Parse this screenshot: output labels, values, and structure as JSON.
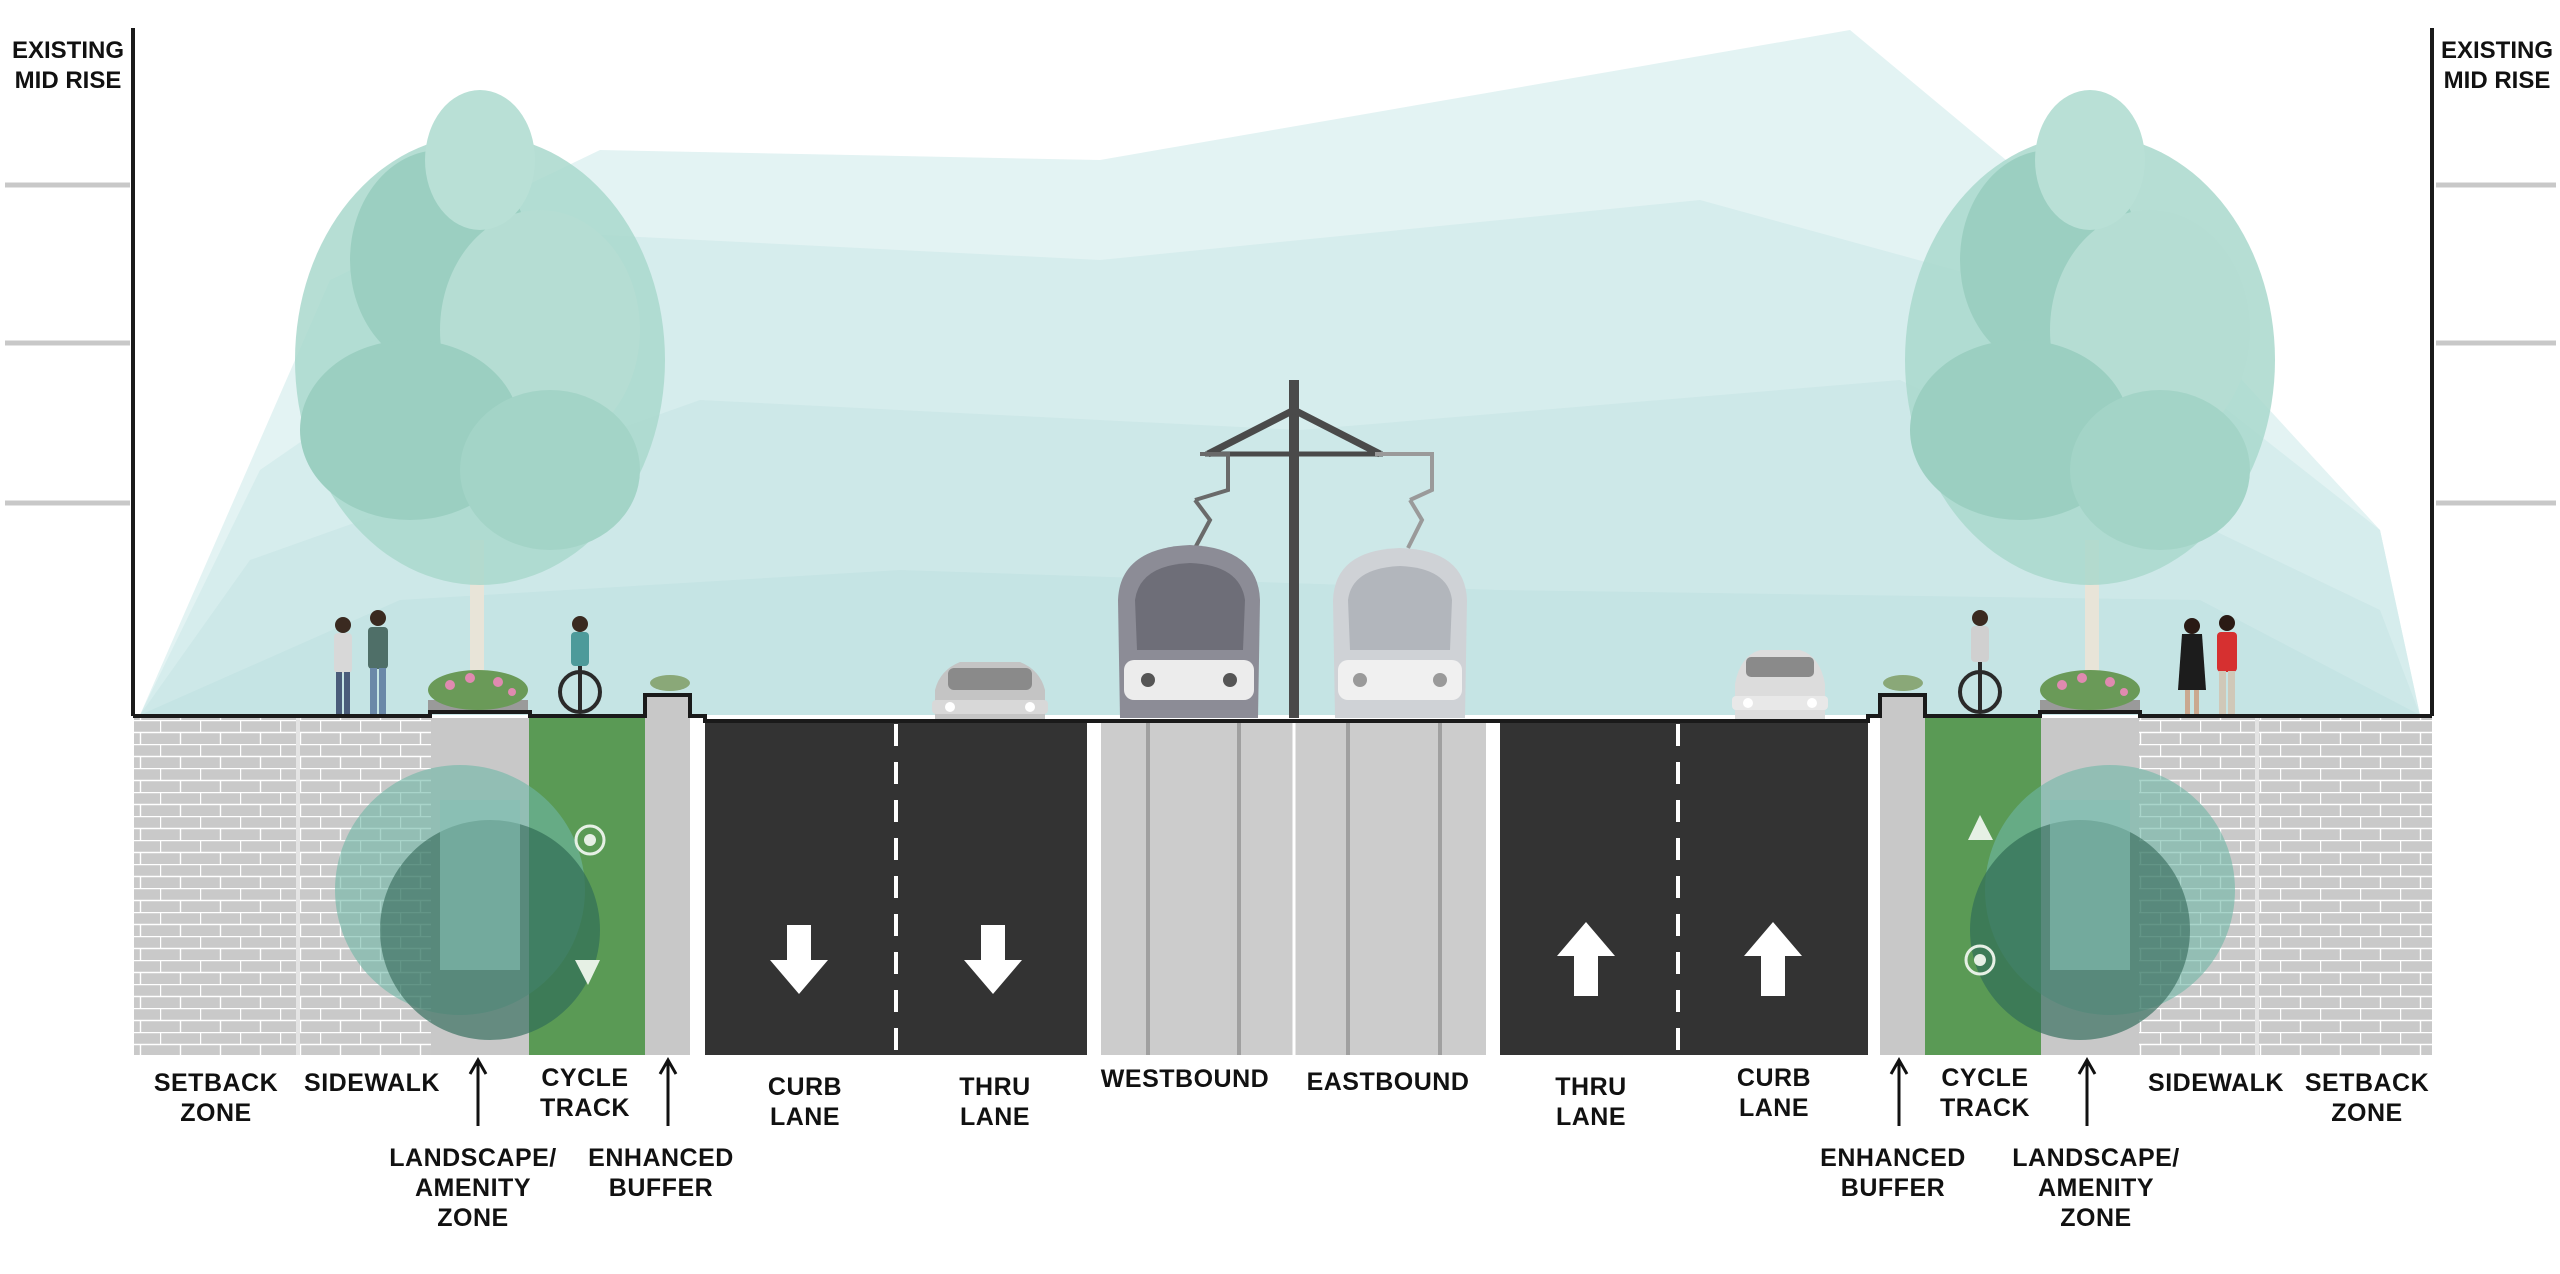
{
  "buildings": {
    "left": "EXISTING\nMID RISE",
    "right": "EXISTING\nMID RISE"
  },
  "zones": {
    "setback_left": "SETBACK\nZONE",
    "sidewalk_left": "SIDEWALK",
    "landscape_left": "LANDSCAPE/\nAMENITY\nZONE",
    "cycle_left": "CYCLE\nTRACK",
    "buffer_left": "ENHANCED\nBUFFER",
    "curb_left": "CURB\nLANE",
    "thru_left": "THRU\nLANE",
    "westbound": "WESTBOUND",
    "eastbound": "EASTBOUND",
    "thru_right": "THRU\nLANE",
    "curb_right": "CURB\nLANE",
    "buffer_right": "ENHANCED\nBUFFER",
    "cycle_right": "CYCLE\nTRACK",
    "landscape_right": "LANDSCAPE/\nAMENITY\nZONE",
    "sidewalk_right": "SIDEWALK",
    "setback_right": "SETBACK\nZONE"
  },
  "colors": {
    "sky": "#d8eeee",
    "tree": "#a9d8cc",
    "paving": "#c8c8c8",
    "brick_line": "#ffffff",
    "cycle_track": "#5a9a55",
    "asphalt": "#333333",
    "transit_lane": "#cccccc",
    "ground_line": "#1a1a1a"
  },
  "icons": [
    "tree-icon",
    "pedestrian-icon",
    "cyclist-icon",
    "car-icon",
    "streetcar-icon",
    "catenary-pole-icon",
    "lane-arrow-down-icon",
    "lane-arrow-up-icon",
    "pointer-arrow-icon",
    "planter-icon"
  ]
}
